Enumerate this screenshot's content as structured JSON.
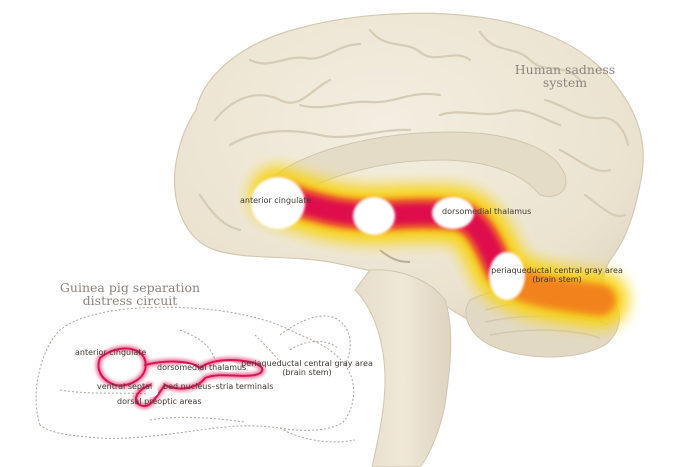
{
  "human": {
    "title_line1": "Human sadness",
    "title_line2": "system",
    "labels": {
      "anterior_cingulate": "anterior cingulate",
      "dorsomedial_thalamus": "dorsomedial thalamus",
      "pag_line1": "periaqueductal central gray area",
      "pag_line2": "(brain stem)"
    }
  },
  "guinea_pig": {
    "title_line1": "Guinea pig separation",
    "title_line2": "distress circuit",
    "labels": {
      "anterior_cingulate": "anterior cingulate",
      "dorsomedial_thalamus": "dorsomedial thalamus",
      "ventral_septal": "ventral septal",
      "bed_nucleus": "bed nucleus–stria terminals",
      "dorsal_preoptic": "dorsal preoptic areas",
      "pag_line1": "periaqueductal central gray area",
      "pag_line2": "(brain stem)"
    }
  },
  "colors": {
    "brain_fill": "#ede6d5",
    "brain_shadow": "#d8cfb9",
    "hot_core": "#e0104a",
    "hot_mid": "#f06a22",
    "hot_outer": "#f6d21a",
    "outline_gray": "#a9a39c"
  }
}
